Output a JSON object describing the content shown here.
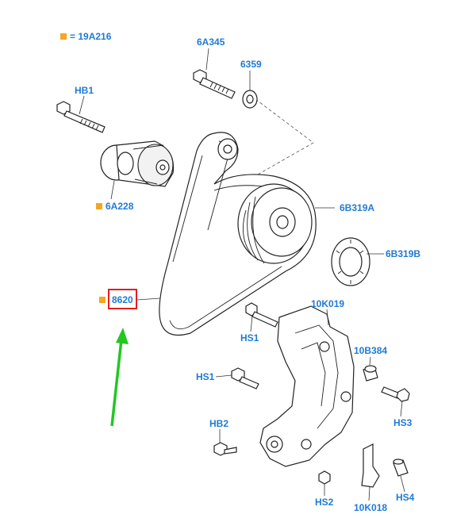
{
  "legend": {
    "marker_color": "#f5a623",
    "text": "= 19A216"
  },
  "labels": {
    "bolt_top": "6A345",
    "washer": "6359",
    "bolt_tensioner": "HB1",
    "tensioner": "6A228",
    "pulley": "6B319A",
    "pulley_cover": "6B319B",
    "belt": "8620",
    "bracket": "10K019",
    "hs1_upper": "HS1",
    "hs1_lower": "HS1",
    "spacer": "10B384",
    "hs3": "HS3",
    "hb2": "HB2",
    "hs2": "HS2",
    "clip": "10K018",
    "hs4": "HS4"
  },
  "colors": {
    "label": "#1f7ad6",
    "marker": "#f5a623",
    "highlight_box": "#e02020",
    "arrow": "#22c722"
  }
}
